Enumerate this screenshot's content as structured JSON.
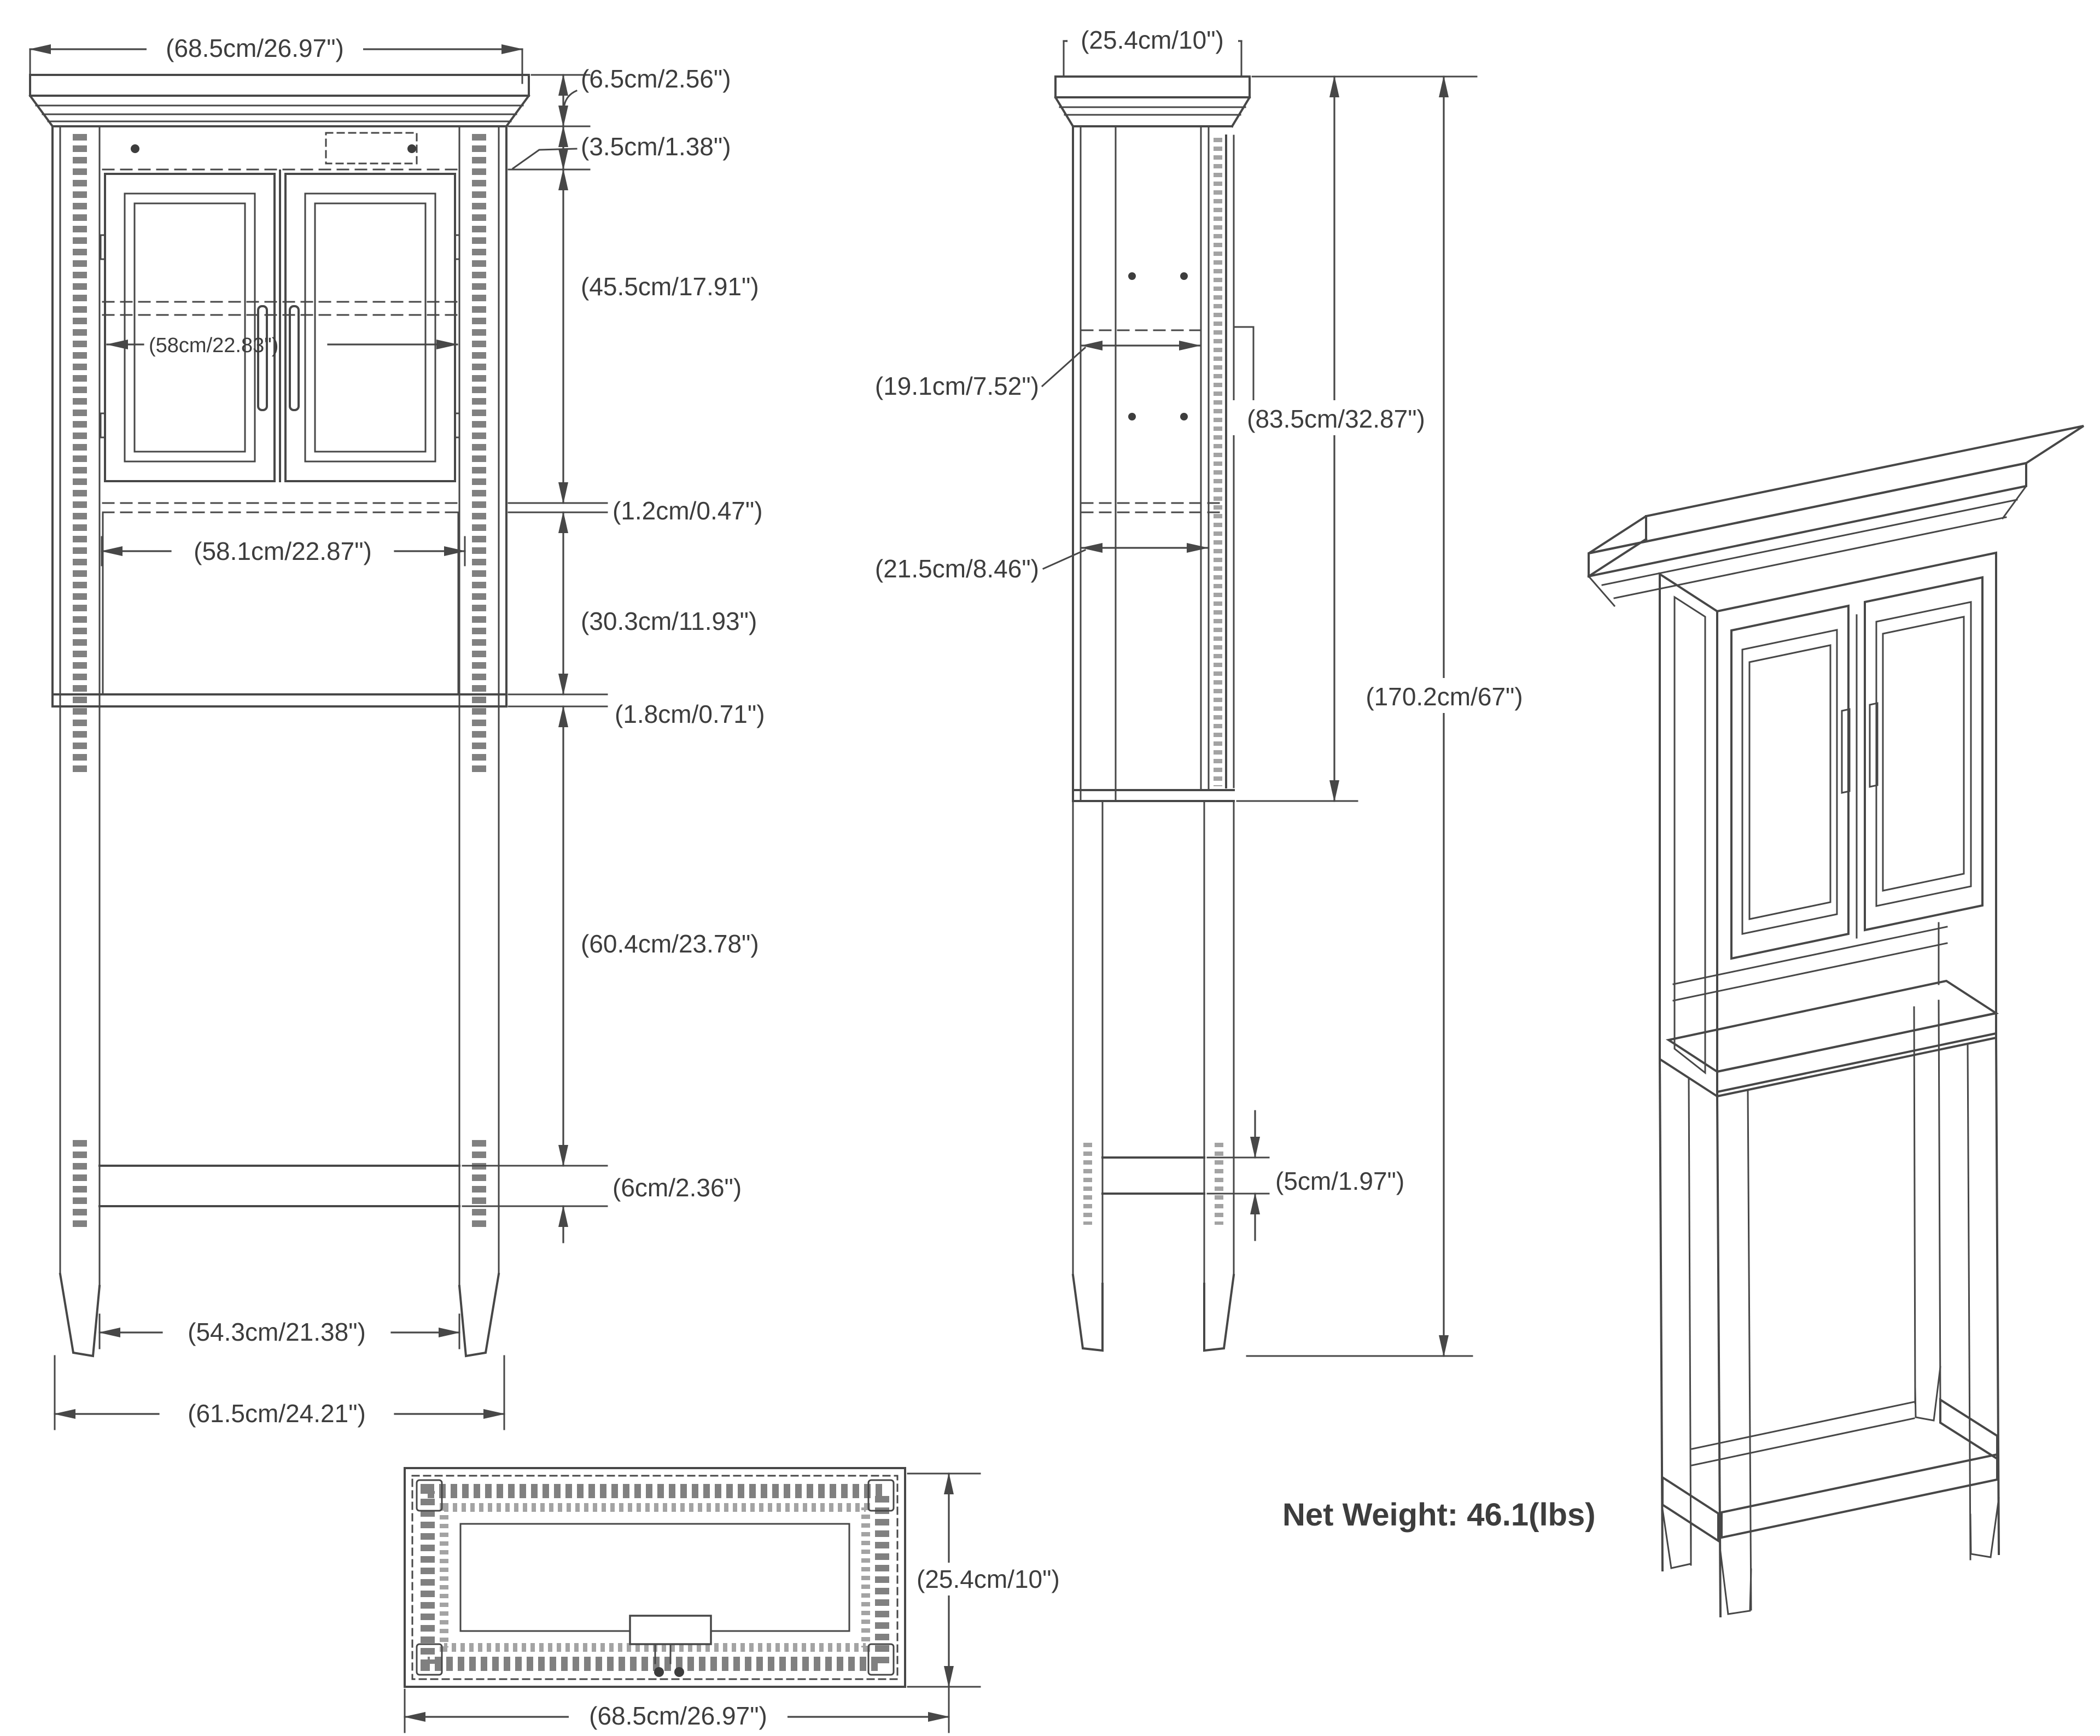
{
  "diagram_title": "over-toilet-cabinet-dimension-drawing",
  "colors": {
    "line": "#474747",
    "text": "#3d3d3d",
    "background": "#ffffff"
  },
  "net_weight_label": "Net Weight: 46.1(lbs)",
  "front_view": {
    "dims": {
      "overall_width": "(68.5cm/26.97\")",
      "cornice_height": "(6.5cm/2.56\")",
      "top_rail_height": "(3.5cm/1.38\")",
      "door_section_height": "(45.5cm/17.91\")",
      "glass_opening_width": "(58cm/22.83\")",
      "middle_shelf_thickness": "(1.2cm/0.47\")",
      "interior_width": "(58.1cm/22.87\")",
      "open_section_height": "(30.3cm/11.93\")",
      "bottom_shelf_thickness": "(1.8cm/0.71\")",
      "leg_clearance_height": "(60.4cm/23.78\")",
      "stretcher_height": "(6cm/2.36\")",
      "inner_leg_span": "(54.3cm/21.38\")",
      "outer_leg_span": "(61.5cm/24.21\")"
    }
  },
  "side_view": {
    "dims": {
      "overall_depth": "(25.4cm/10\")",
      "upper_shelf_depth": "(19.1cm/7.52\")",
      "cabinet_box_height": "(83.5cm/32.87\")",
      "lower_shelf_depth": "(21.5cm/8.46\")",
      "overall_height": "(170.2cm/67\")",
      "stretcher_height": "(5cm/1.97\")"
    }
  },
  "top_view": {
    "dims": {
      "overall_depth": "(25.4cm/10\")",
      "overall_width": "(68.5cm/26.97\")"
    }
  }
}
